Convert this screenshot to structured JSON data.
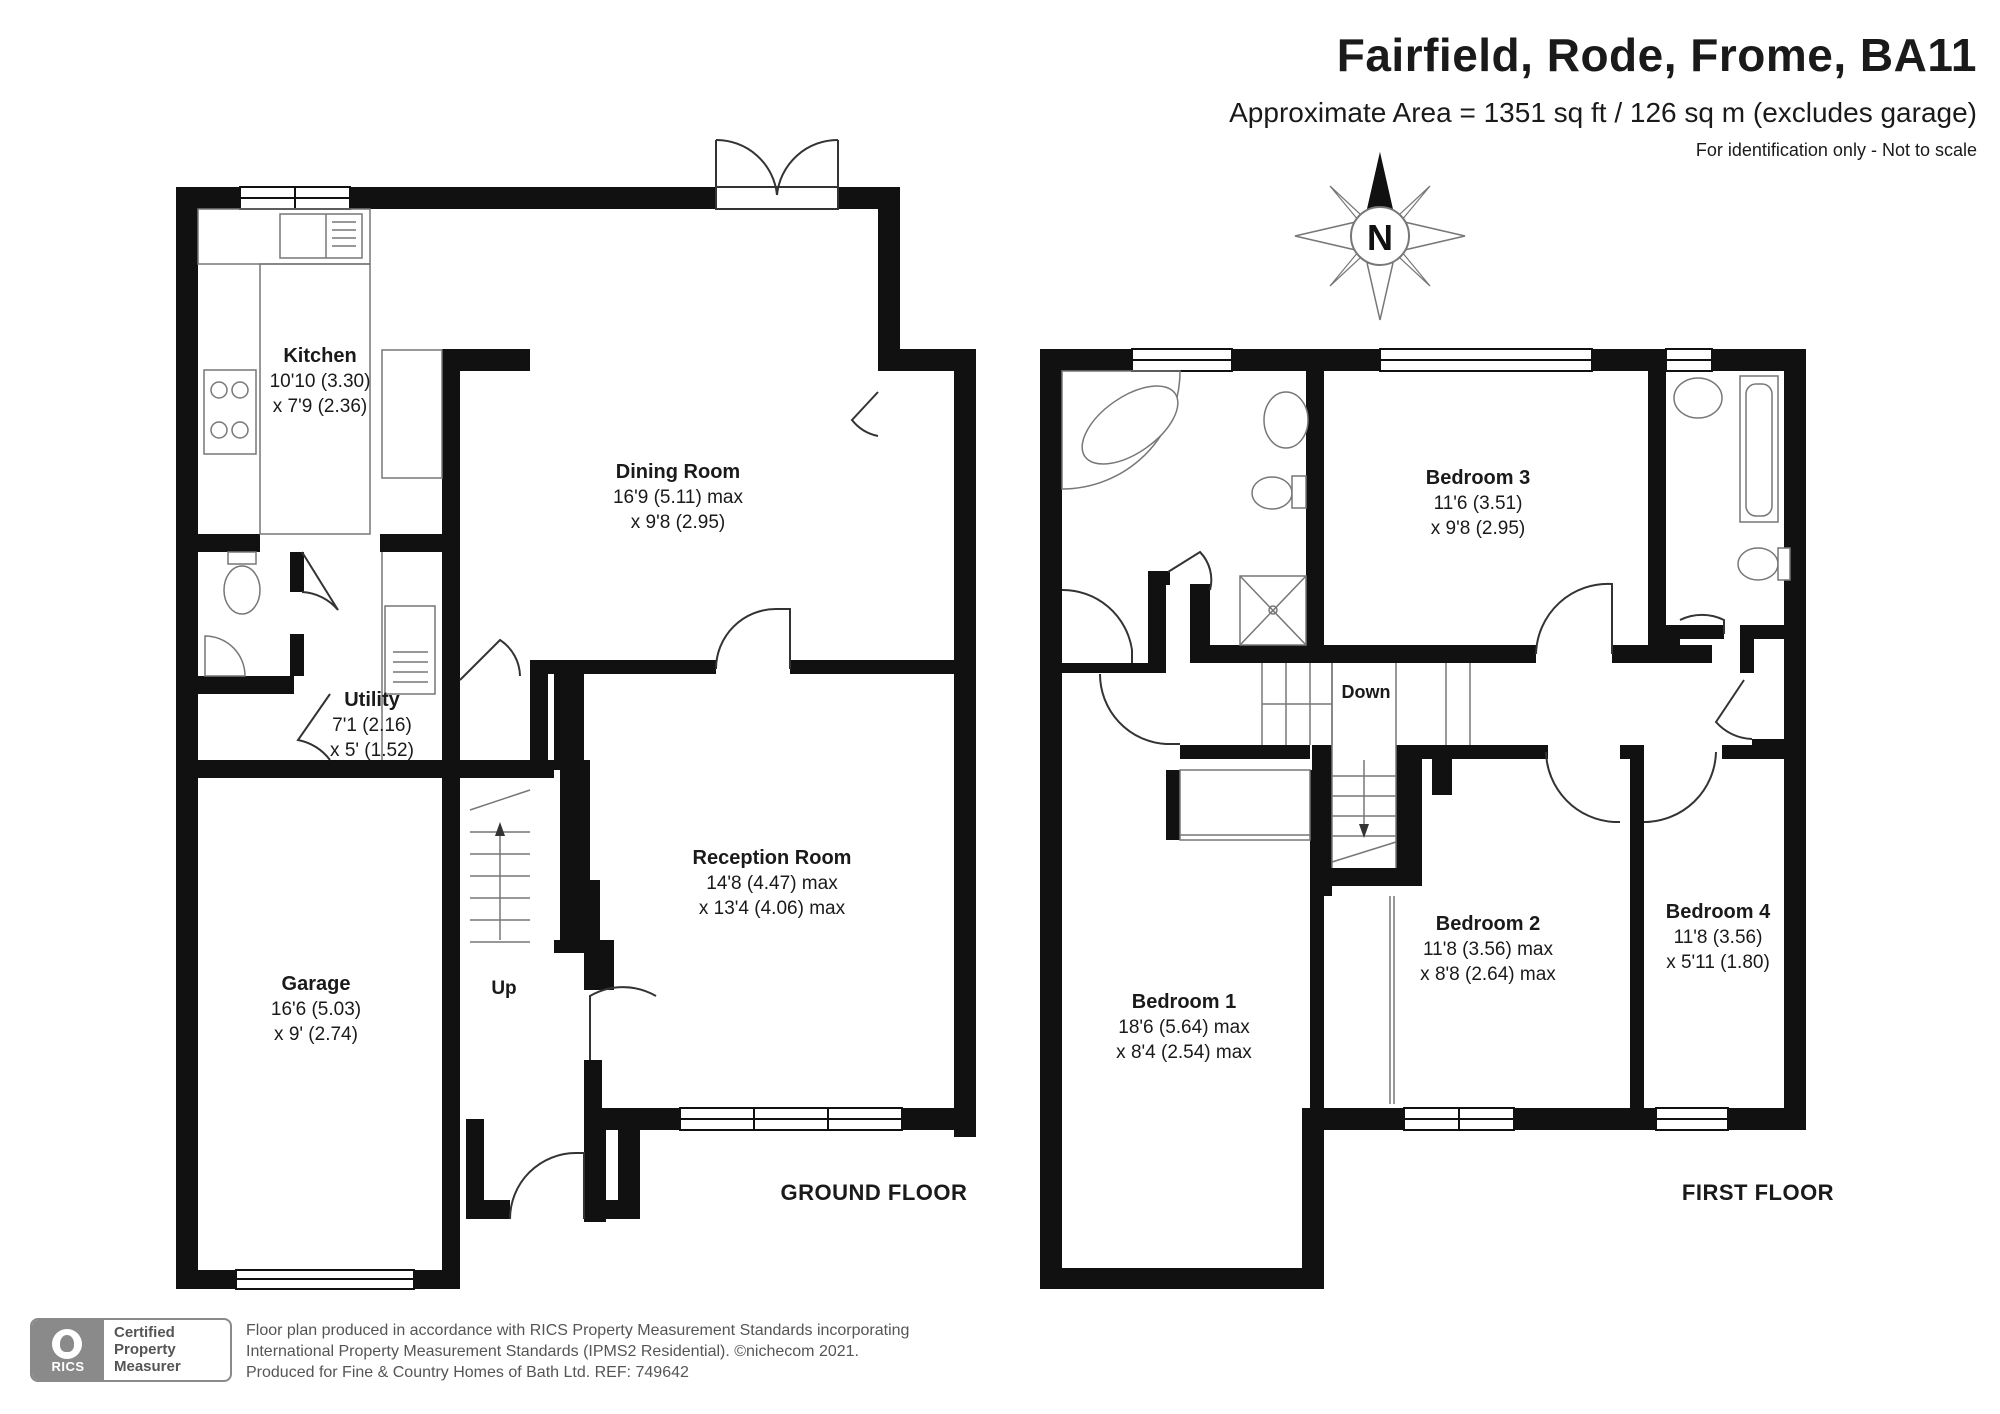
{
  "header": {
    "title": "Fairfield, Rode, Frome, BA11",
    "area": "Approximate Area = 1351 sq ft / 126 sq m (excludes garage)",
    "disclaimer": "For identification only - Not to scale"
  },
  "compass": {
    "label": "N"
  },
  "ground_floor": {
    "label": "GROUND FLOOR",
    "rooms": {
      "kitchen": {
        "name": "Kitchen",
        "dim1": "10'10 (3.30)",
        "dim2": "x 7'9 (2.36)"
      },
      "dining": {
        "name": "Dining Room",
        "dim1": "16'9 (5.11) max",
        "dim2": "x 9'8 (2.95)"
      },
      "utility": {
        "name": "Utility",
        "dim1": "7'1 (2.16)",
        "dim2": "x 5' (1.52)"
      },
      "reception": {
        "name": "Reception Room",
        "dim1": "14'8 (4.47) max",
        "dim2": "x 13'4 (4.06) max"
      },
      "garage": {
        "name": "Garage",
        "dim1": "16'6 (5.03)",
        "dim2": "x 9' (2.74)"
      }
    },
    "stairs_label": "Up"
  },
  "first_floor": {
    "label": "FIRST FLOOR",
    "rooms": {
      "bedroom3": {
        "name": "Bedroom 3",
        "dim1": "11'6 (3.51)",
        "dim2": "x 9'8 (2.95)"
      },
      "bedroom1": {
        "name": "Bedroom 1",
        "dim1": "18'6 (5.64) max",
        "dim2": "x 8'4 (2.54) max"
      },
      "bedroom2": {
        "name": "Bedroom 2",
        "dim1": "11'8 (3.56) max",
        "dim2": "x 8'8 (2.64) max"
      },
      "bedroom4": {
        "name": "Bedroom 4",
        "dim1": "11'8 (3.56)",
        "dim2": "x 5'11 (1.80)"
      }
    },
    "stairs_label": "Down"
  },
  "badge": {
    "logo_text": "RICS",
    "line1": "Certified",
    "line2": "Property",
    "line3": "Measurer"
  },
  "footer": {
    "line1": "Floor plan produced in accordance with RICS Property Measurement Standards incorporating",
    "line2": "International Property Measurement Standards (IPMS2 Residential).  ©nichecom 2021.",
    "line3": "Produced for Fine & Country Homes of Bath Ltd.   REF:  749642"
  },
  "colors": {
    "wall": "#111111",
    "fixture": "#777777",
    "text": "#1a1a1a",
    "badge": "#8a8a8a"
  }
}
